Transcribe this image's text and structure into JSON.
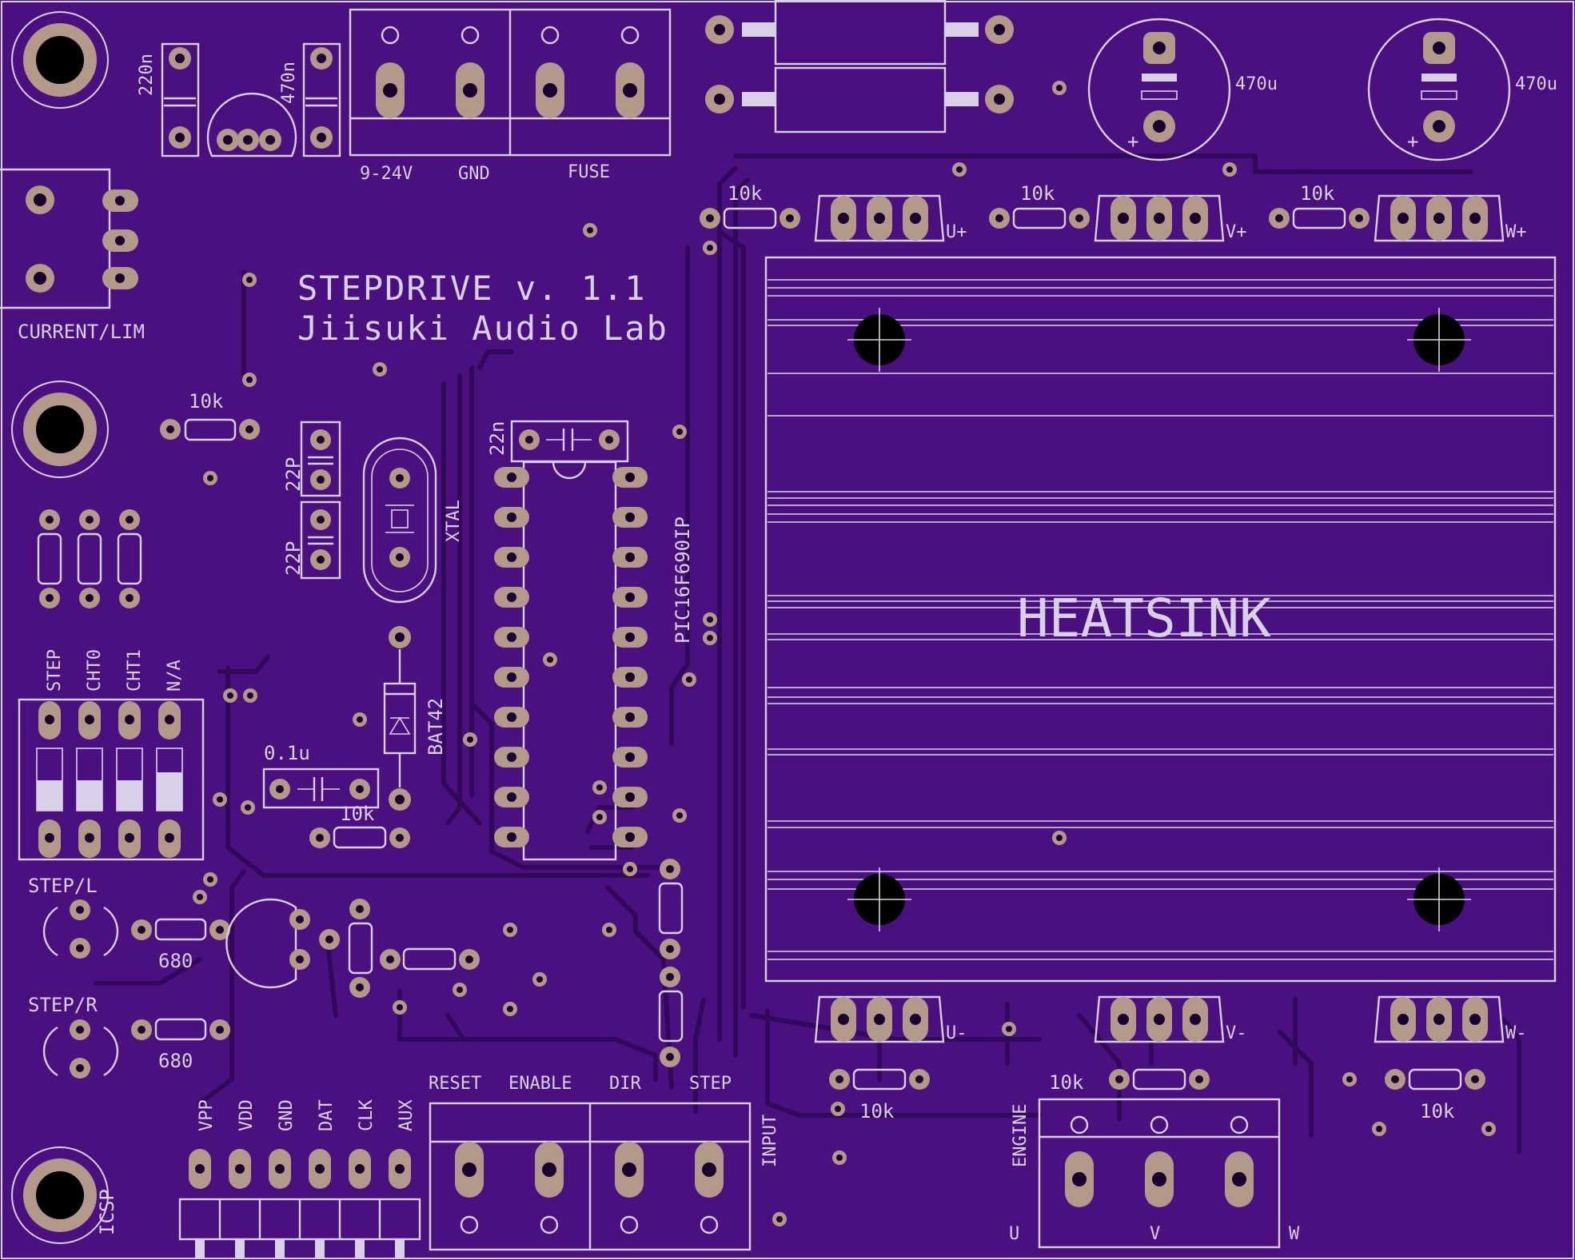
{
  "board": {
    "title_line1": "STEPDRIVE v. 1.1",
    "title_line2": "Jiisuki Audio Lab",
    "heatsink_label": "HEATSINK",
    "colors": {
      "board": "#4a1080",
      "silk": "#d9cfe6",
      "pad": "#b3998a",
      "trace": "#32085a"
    }
  },
  "labels": {
    "cap_220n": "220n",
    "cap_470n": "470n",
    "cap_22n": "22n",
    "cap_22p_a": "22P",
    "cap_22p_b": "22P",
    "cap_01u": "0.1u",
    "elec_a": "470u",
    "elec_b": "470u",
    "res_10k": "10k",
    "res_680": "680",
    "xtal": "XTAL",
    "diode": "BAT42",
    "ic": "PIC16F690IP",
    "power_terminal": [
      "9-24V",
      "GND",
      "FUSE"
    ],
    "current_lim": "CURRENT/LIM",
    "dip_switches": [
      "STEP",
      "CHT0",
      "CHT1",
      "N/A"
    ],
    "led_step_l": "STEP/L",
    "led_step_r": "STEP/R",
    "icsp_pins": [
      "VPP",
      "VDD",
      "GND",
      "DAT",
      "CLK",
      "AUX"
    ],
    "icsp": "ICSP",
    "input_pins": [
      "RESET",
      "ENABLE",
      "DIR",
      "STEP"
    ],
    "input": "INPUT",
    "engine": "ENGINE",
    "engine_pins": [
      "U",
      "V",
      "W"
    ],
    "mosfet_top": [
      "U+",
      "V+",
      "W+"
    ],
    "mosfet_bottom": [
      "U-",
      "V-",
      "W-"
    ]
  }
}
